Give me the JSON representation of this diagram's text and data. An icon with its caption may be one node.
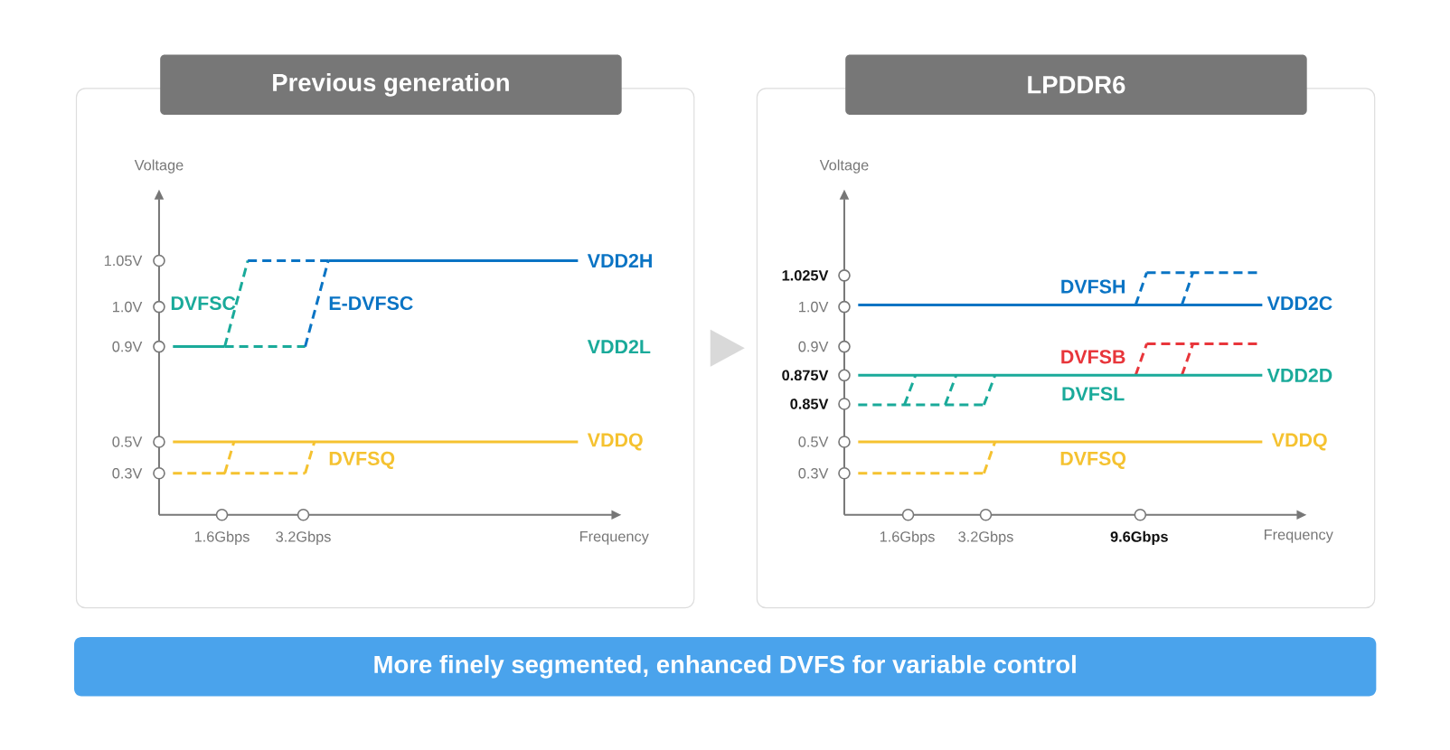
{
  "diagram": {
    "nodes": [
      {
        "text": [
          "Previous generation"
        ]
      },
      {
        "text": [
          "LPDDR6"
        ]
      },
      {
        "text": [
          "More finely segmented, enhanced DVFS for variable control"
        ]
      }
    ],
    "edges": [
      {
        "from": 0,
        "to": 1,
        "arrow": "to"
      }
    ],
    "labels": [
      "Voltage",
      "1.05V",
      "1.0V",
      "0.9V",
      "0.5V",
      "0.3V",
      "1.6Gbps",
      "3.2Gbps",
      "Frequency",
      "VDD2H",
      "DVFSC",
      "E-DVFSC",
      "VDD2L",
      "VDDQ",
      "DVFSQ",
      "Voltage",
      "1.025V",
      "1.0V",
      "0.9V",
      "0.875V",
      "0.85V",
      "0.5V",
      "0.3V",
      "1.6Gbps",
      "3.2Gbps",
      "9.6Gbps",
      "Frequency",
      "DVFSH",
      "VDD2C",
      "DVFSB",
      "VDD2D",
      "DVFSL",
      "VDDQ",
      "DVFSQ"
    ]
  }
}
